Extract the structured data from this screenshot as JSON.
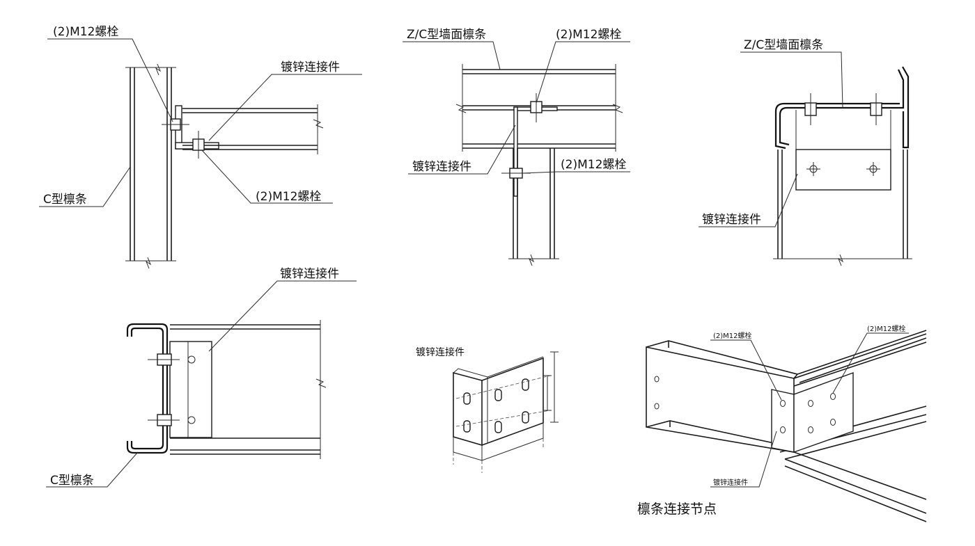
{
  "labels": {
    "bolt": "(2)M12螺栓",
    "connector": "镀锌连接件",
    "c_purlin": "C型檩条",
    "zc_wall_purlin": "Z/C型墙面檩条",
    "node_title": "檩条连接节点"
  }
}
